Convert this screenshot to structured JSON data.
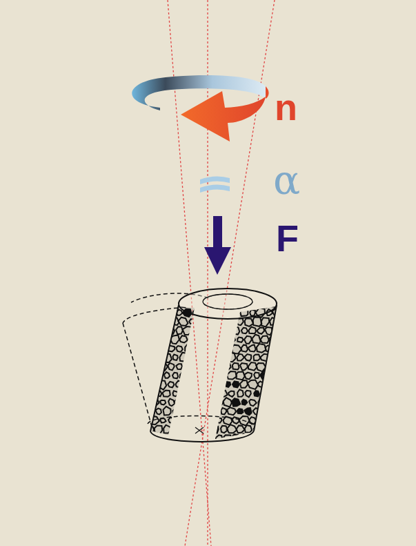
{
  "diagram": {
    "labels": [
      "n",
      "α",
      "F"
    ]
  }
}
